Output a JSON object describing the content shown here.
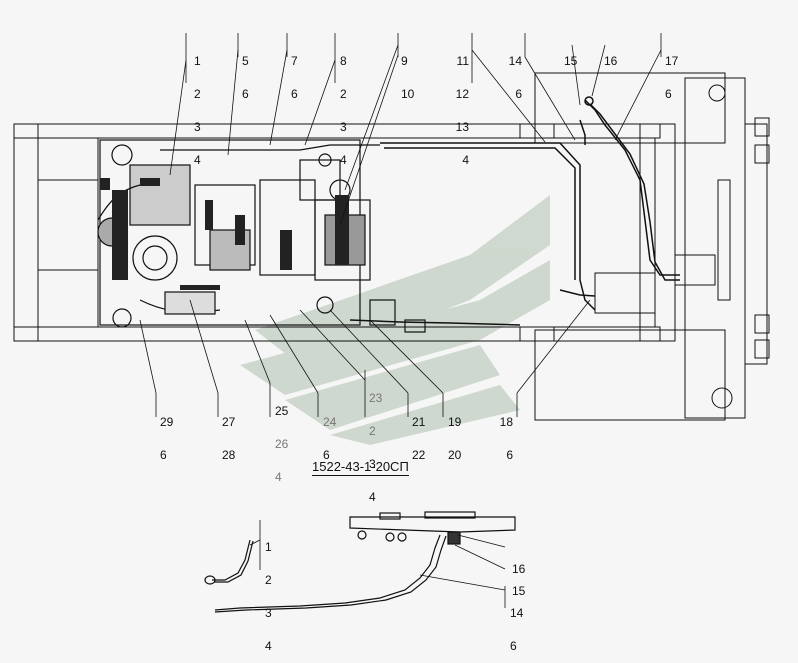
{
  "drawing_code": "1522-43-1-20СП",
  "colors": {
    "ink": "#111111",
    "watermark": "#c9d3c8",
    "paper": "#f6f6f6",
    "grey_label": "#777777"
  },
  "callouts_top": [
    {
      "id": "c-1-2-3-4",
      "lines": [
        "1",
        "2",
        "3",
        "4"
      ]
    },
    {
      "id": "c-5-6",
      "lines": [
        "5",
        "6"
      ]
    },
    {
      "id": "c-7-6",
      "lines": [
        "7",
        "6"
      ]
    },
    {
      "id": "c-8-2-3-4",
      "lines": [
        "8",
        "2",
        "3",
        "4"
      ]
    },
    {
      "id": "c-9-10",
      "lines": [
        "9",
        "10"
      ]
    },
    {
      "id": "c-11-12-13-4",
      "lines": [
        "11",
        "12",
        "13",
        "4"
      ]
    },
    {
      "id": "c-14-6",
      "lines": [
        "14",
        "6"
      ]
    },
    {
      "id": "c-15",
      "lines": [
        "15"
      ]
    },
    {
      "id": "c-16",
      "lines": [
        "16"
      ]
    },
    {
      "id": "c-17-6",
      "lines": [
        "17",
        "6"
      ]
    }
  ],
  "callouts_bottom": [
    {
      "id": "c-29-6",
      "lines": [
        "29",
        "6"
      ]
    },
    {
      "id": "c-27-28",
      "lines": [
        "27",
        "28"
      ]
    },
    {
      "id": "c-25-26-4",
      "lines": [
        "25",
        "26",
        "4"
      ]
    },
    {
      "id": "c-24-6",
      "lines": [
        "24",
        "6"
      ]
    },
    {
      "id": "c-23-2-3-4",
      "lines": [
        "23",
        "2",
        "3",
        "4"
      ]
    },
    {
      "id": "c-21-22",
      "lines": [
        "21",
        "22"
      ]
    },
    {
      "id": "c-19-20",
      "lines": [
        "19",
        "20"
      ]
    },
    {
      "id": "c-18-6",
      "lines": [
        "18",
        "6"
      ]
    }
  ],
  "callouts_detail": [
    {
      "id": "d-1-2-3-4",
      "lines": [
        "1",
        "2",
        "3",
        "4"
      ]
    },
    {
      "id": "d-16",
      "lines": [
        "16"
      ]
    },
    {
      "id": "d-15",
      "lines": [
        "15"
      ]
    },
    {
      "id": "d-14-6",
      "lines": [
        "14",
        "6"
      ]
    }
  ]
}
